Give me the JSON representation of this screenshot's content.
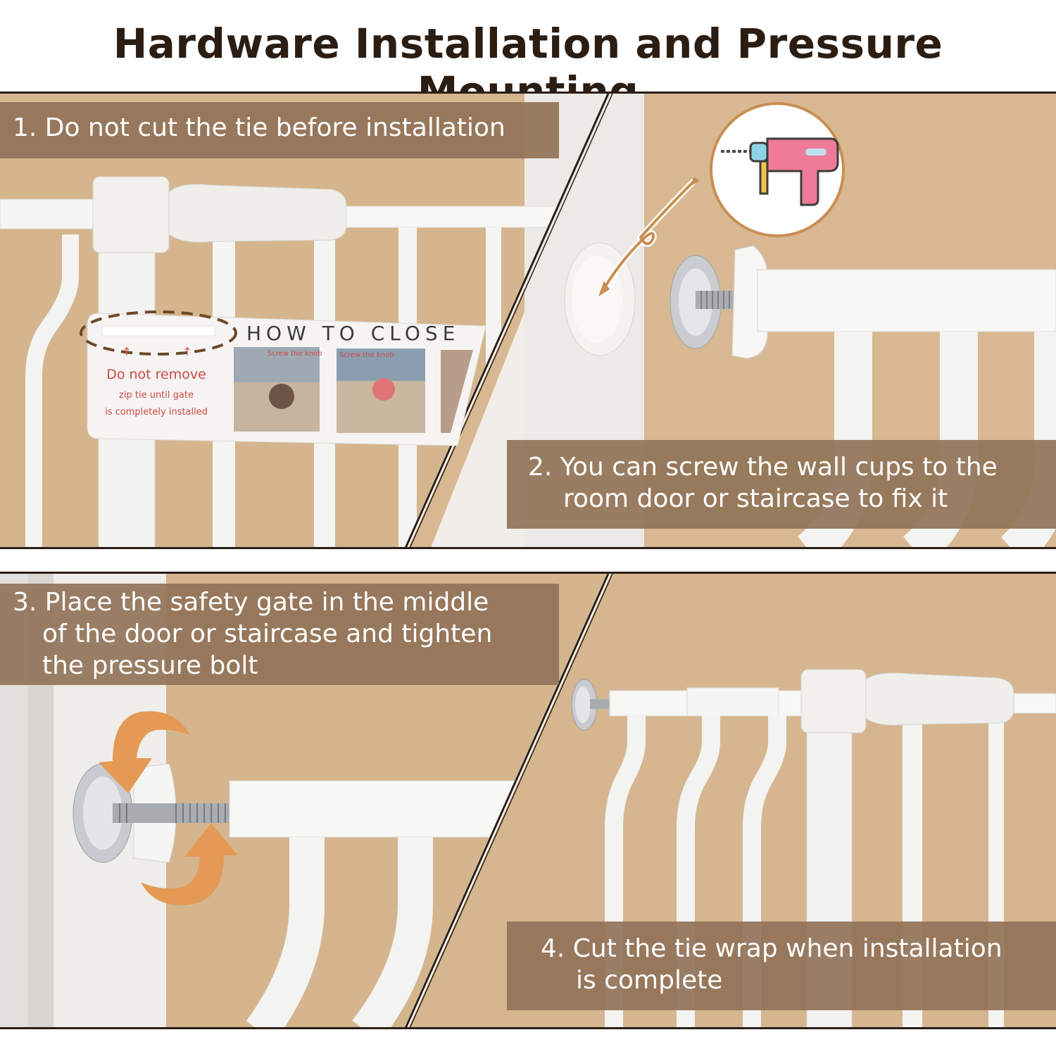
{
  "title": "Hardware Installation and Pressure Mounting",
  "steps": [
    {
      "lines": [
        "1. Do not cut the tie before installation"
      ]
    },
    {
      "lines": [
        "2. You can screw the wall cups to the",
        "room door or staircase to fix it"
      ]
    },
    {
      "lines": [
        "3. Place the safety gate in the middle",
        "of the door or staircase and tighten",
        "the pressure bolt"
      ]
    },
    {
      "lines": [
        "4. Cut the tie wrap when installation",
        "is complete"
      ]
    }
  ],
  "tag": {
    "heading": "HOW TO CLOSE",
    "warning_title": "Do not remove",
    "warning_line1": "zip tie until gate",
    "warning_line2": "is completely installed",
    "photo1_caption": "Screw the knob",
    "photo2_caption": "Screw the knob"
  },
  "icons": {
    "drill": "power-drill-icon",
    "rotate": "rotate-arrows-icon",
    "pointer": "curved-arrow-icon"
  },
  "colors": {
    "wall": "#d5b58e",
    "caption_bg": "#917358",
    "title_text": "#2b1d12",
    "accent_orange": "#e49a55",
    "drill_pink": "#f07a9a"
  }
}
